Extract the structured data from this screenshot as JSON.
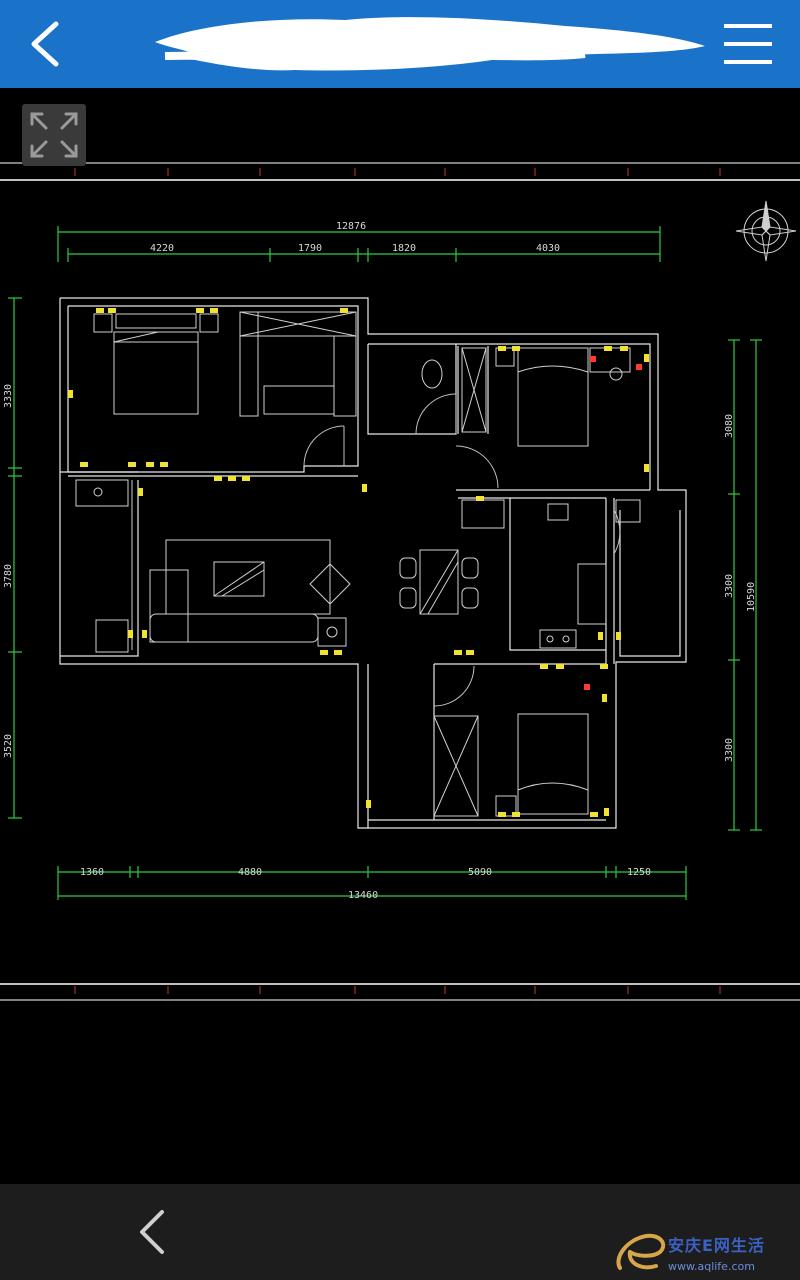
{
  "header": {
    "back_icon": "chevron-left-icon",
    "title_redacted": true,
    "menu_icon": "hamburger-menu-icon",
    "color": "#1a73c9"
  },
  "viewer": {
    "expand_icon": "expand-arrows-icon",
    "drawing": {
      "dim_overall_top": "12876",
      "dim_top_segments": [
        "4220",
        "1790",
        "1820",
        "4030"
      ],
      "dim_overall_bottom": "13460",
      "dim_bottom_segments": [
        "1360",
        "4880",
        "5090",
        "1250"
      ],
      "dim_left_segments": [
        "3330",
        "3780",
        "3520"
      ],
      "dim_right_segments": [
        "3080",
        "3300",
        "3300"
      ],
      "dim_right_overall": "10590",
      "compass_icon": "compass-north-icon"
    }
  },
  "footer": {
    "back_icon": "chevron-left-icon",
    "watermark_brand": "安庆E网生活",
    "watermark_url": "www.aqlife.com"
  }
}
